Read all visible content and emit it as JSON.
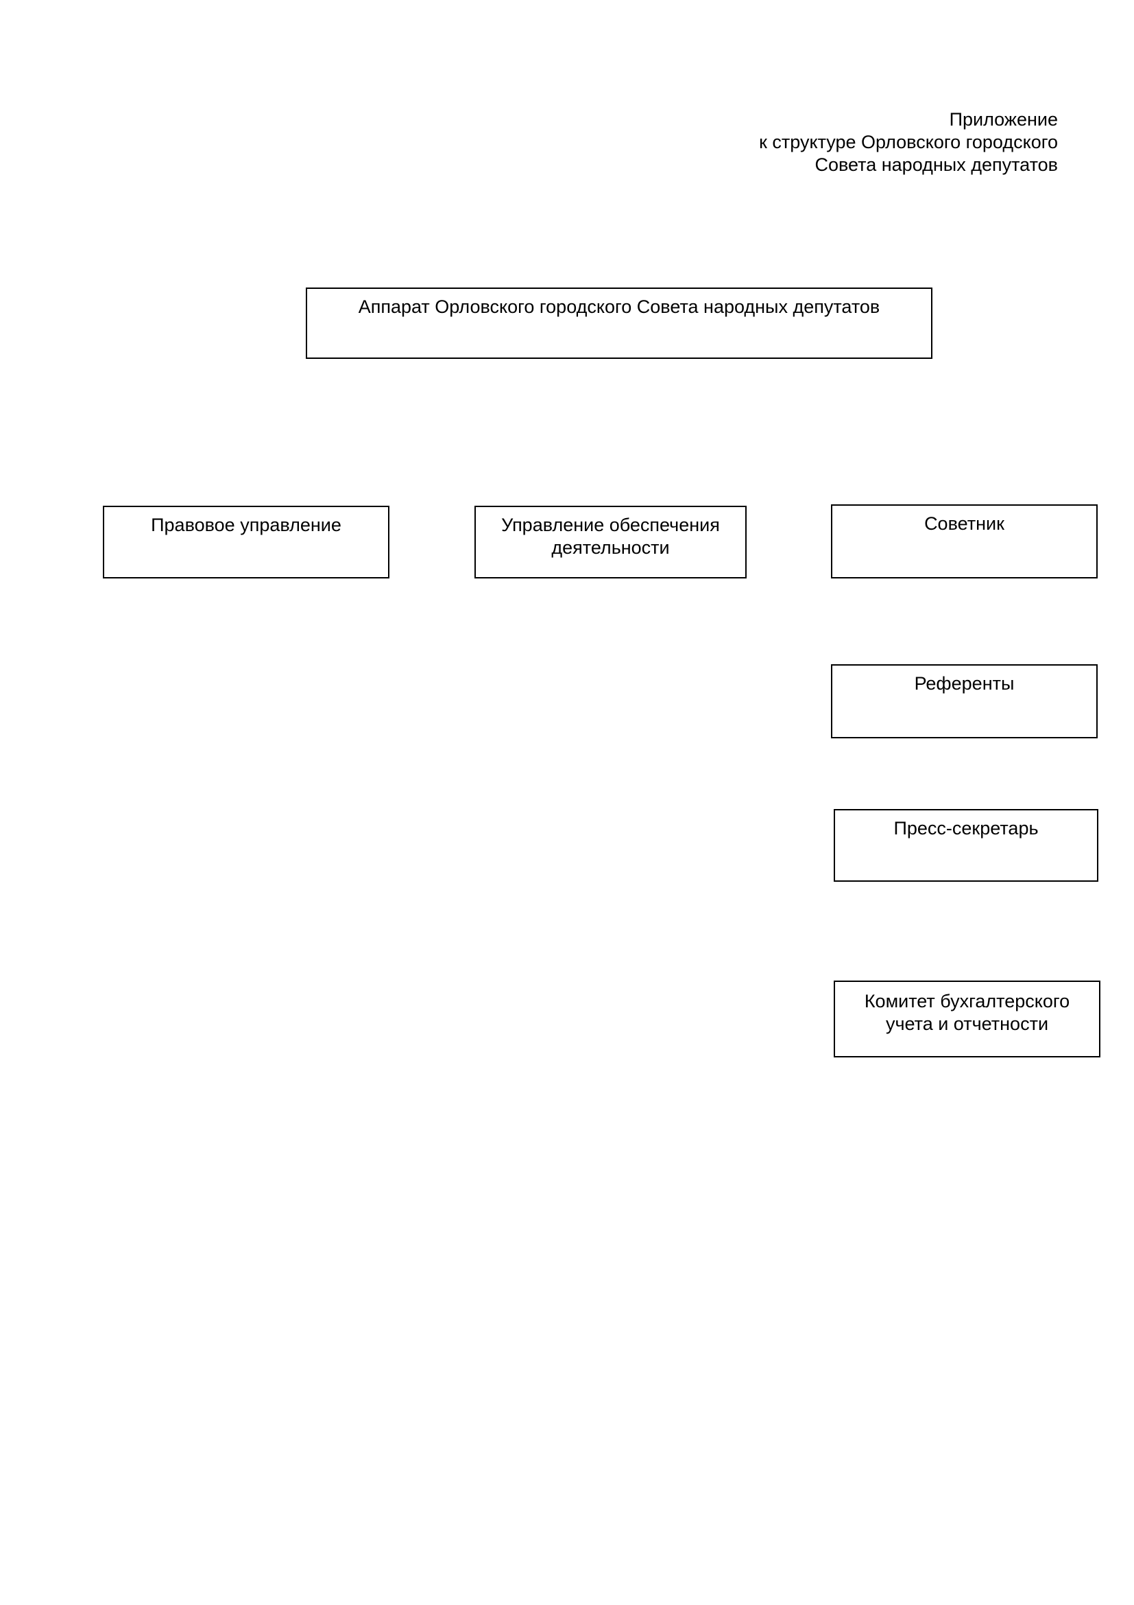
{
  "header": {
    "line1": "Приложение",
    "line2": "к структуре Орловского городского",
    "line3": "Совета народных депутатов"
  },
  "org_chart": {
    "root": {
      "label": "Аппарат Орловского городского Совета народных депутатов"
    },
    "departments": [
      {
        "label_line1": "Правовое управление",
        "label_line2": ""
      },
      {
        "label_line1": "Управление обеспечения",
        "label_line2": "деятельности"
      },
      {
        "label_line1": "Советник",
        "label_line2": ""
      },
      {
        "label_line1": "Референты",
        "label_line2": ""
      },
      {
        "label_line1": "Пресс-секретарь",
        "label_line2": ""
      },
      {
        "label_line1": "Комитет бухгалтерского",
        "label_line2": "учета и отчетности"
      }
    ]
  }
}
